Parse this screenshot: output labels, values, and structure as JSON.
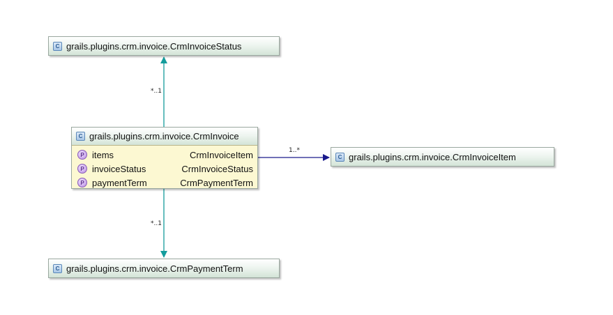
{
  "classes": {
    "invoice_status": {
      "icon": "class-icon",
      "icon_letter": "C",
      "name": "grails.plugins.crm.invoice.CrmInvoiceStatus"
    },
    "invoice": {
      "icon": "class-icon",
      "icon_letter": "C",
      "name": "grails.plugins.crm.invoice.CrmInvoice",
      "fields": [
        {
          "icon": "property-icon",
          "icon_letter": "P",
          "name": "items",
          "type": "CrmInvoiceItem"
        },
        {
          "icon": "property-icon",
          "icon_letter": "P",
          "name": "invoiceStatus",
          "type": "CrmInvoiceStatus"
        },
        {
          "icon": "property-icon",
          "icon_letter": "P",
          "name": "paymentTerm",
          "type": "CrmPaymentTerm"
        }
      ]
    },
    "invoice_item": {
      "icon": "class-icon",
      "icon_letter": "C",
      "name": "grails.plugins.crm.invoice.CrmInvoiceItem"
    },
    "payment_term": {
      "icon": "class-icon",
      "icon_letter": "C",
      "name": "grails.plugins.crm.invoice.CrmPaymentTerm"
    }
  },
  "associations": [
    {
      "from": "CrmInvoice",
      "to": "CrmInvoiceStatus",
      "multiplicity": "*..1",
      "color": "#139c9c"
    },
    {
      "from": "CrmInvoice",
      "to": "CrmInvoiceItem",
      "multiplicity": "1..*",
      "color": "#1a1a8c"
    },
    {
      "from": "CrmInvoice",
      "to": "CrmPaymentTerm",
      "multiplicity": "*..1",
      "color": "#139c9c"
    }
  ],
  "colors": {
    "class_header": "#d3e4d7",
    "main_class_body": "#fcf8d2",
    "teal_edge": "#139c9c",
    "navy_edge": "#1a1a8c"
  }
}
